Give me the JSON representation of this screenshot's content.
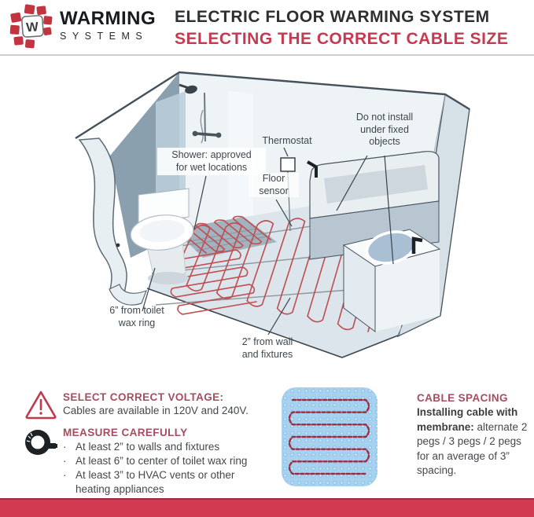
{
  "header": {
    "logo_icon": "mosaic-w-tiles",
    "brand_line1": "WARMING",
    "brand_line2": "SYSTEMS",
    "title_line1": "ELECTRIC FLOOR WARMING SYSTEM",
    "title_line2": "SELECTING THE CORRECT CABLE SIZE"
  },
  "diagram": {
    "labels": {
      "shower_l1": "Shower: approved",
      "shower_l2": "for wet locations",
      "thermostat": "Thermostat",
      "floor_sensor_l1": "Floor",
      "floor_sensor_l2": "sensor",
      "fixed_objects_l1": "Do not install",
      "fixed_objects_l2": "under fixed",
      "fixed_objects_l3": "objects",
      "toilet_l1": "6” from toilet",
      "toilet_l2": "wax ring",
      "wall_l1": "2” from wall",
      "wall_l2": "and fixtures"
    }
  },
  "info": {
    "voltage": {
      "icon": "warning-triangle",
      "heading": "SELECT CORRECT VOLTAGE:",
      "body": "Cables are available in 120V and 240V."
    },
    "measure": {
      "icon": "tape-measure",
      "heading": "MEASURE CAREFULLY",
      "bullets": [
        "At least 2” to walls and fixtures",
        "At least 6” to center of toilet wax ring",
        "At least 3” to HVAC vents or other heating appliances"
      ]
    },
    "spacing": {
      "graphic": "uncoupling-membrane-with-cable",
      "heading": "CABLE SPACING",
      "body_bold": "Installing cable with membrane:",
      "body_rest": " alternate 2 pegs / 3 pegs / 2 pegs for an average of 3” spacing."
    }
  },
  "colors": {
    "accent_red": "#c43a50",
    "footer_red": "#d23a52",
    "heading_maroon": "#a54e60",
    "cable_red": "#bf4e52",
    "membrane_cable_red": "#9e2b42",
    "membrane_blue": "#a6d2f0",
    "text_dark": "#43484d"
  }
}
